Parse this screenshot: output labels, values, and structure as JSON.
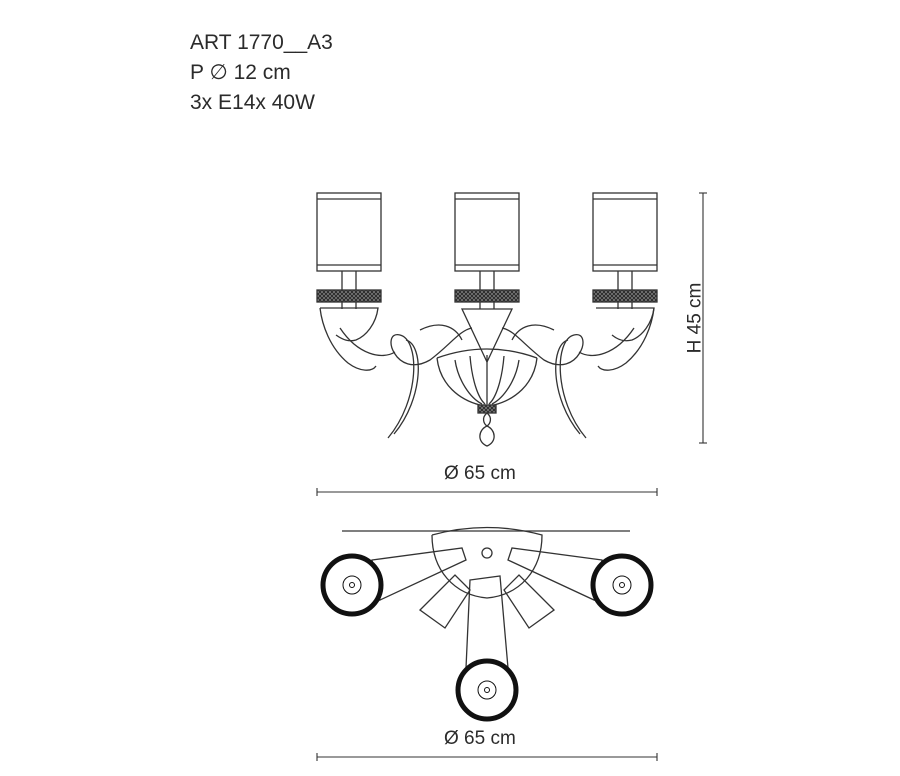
{
  "specs": {
    "article": "ART 1770__A3",
    "depth": "P ∅ 12 cm",
    "bulbs": "3x E14x 40W"
  },
  "dimensions": {
    "front_width": "Ø 65 cm",
    "height": "H 45 cm",
    "top_width": "Ø 65 cm"
  }
}
